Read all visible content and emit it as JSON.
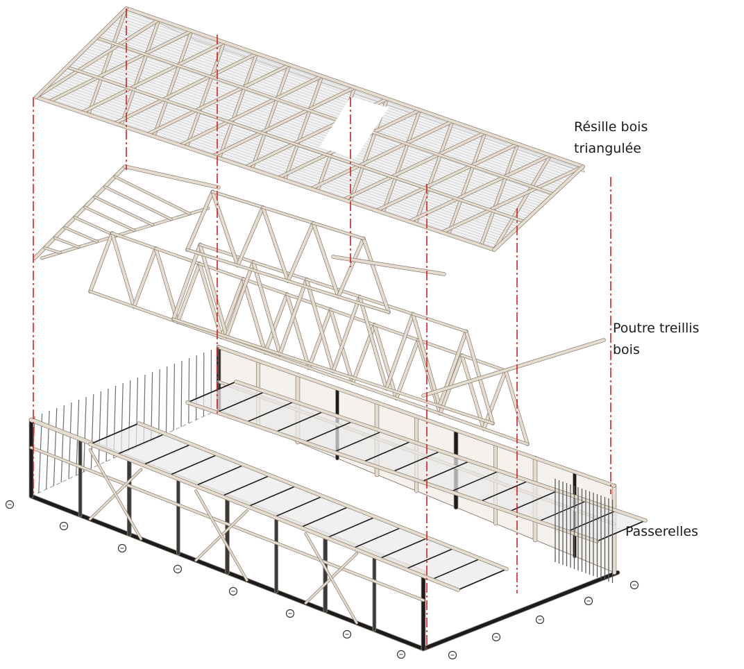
{
  "labels": {
    "roof_line1": "Résille bois",
    "roof_line2": "triangulée",
    "truss_line1": "Poutre treillis",
    "truss_line2": "bois",
    "walkways": "Passerelles"
  },
  "colors": {
    "timber": "#e6ddd0",
    "timber_edge": "#8f8577",
    "panel": "#d9d9d9",
    "dark_frame": "#1c1c1c",
    "axis_red": "#d42020",
    "text": "#1a1a1a"
  }
}
